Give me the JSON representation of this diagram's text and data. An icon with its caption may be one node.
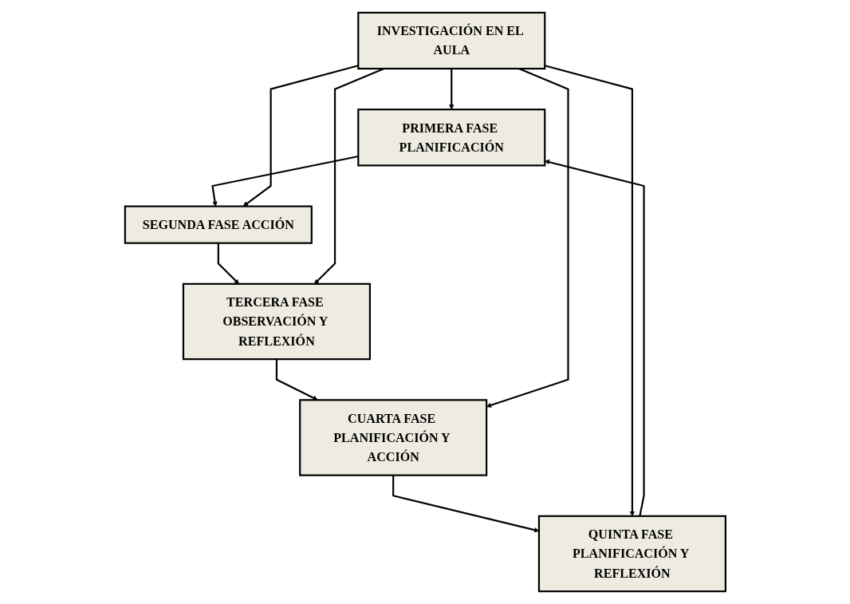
{
  "diagram": {
    "nodes": [
      {
        "text": [
          "PRIMERA FASE PLANIFICACIÓN"
        ]
      },
      {
        "text": [
          "QUINTA FASE PLANIFICACIÓN Y REFLEXIÓN"
        ]
      },
      {
        "text": [
          "SEGUNDA FASE ACCIÓN"
        ]
      },
      {
        "text": [
          "INVESTIGACIÓN EN EL AULA"
        ]
      },
      {
        "text": [
          "CUARTA FASE PLANIFICACIÓN Y ACCIÓN"
        ]
      },
      {
        "text": [
          "TERCERA FASE OBSERVACIÓN Y REFLEXIÓN"
        ]
      }
    ],
    "edges": [
      {
        "from": 0,
        "to": 2,
        "arrow": "to"
      },
      {
        "from": 2,
        "to": 5,
        "arrow": "to"
      },
      {
        "from": 5,
        "to": 4,
        "arrow": "to"
      },
      {
        "from": 4,
        "to": 1,
        "arrow": "to"
      },
      {
        "from": 1,
        "to": 0,
        "arrow": "to"
      },
      {
        "from": 3,
        "to": 0,
        "arrow": "to"
      },
      {
        "from": 3,
        "to": 1,
        "arrow": "to"
      },
      {
        "from": 3,
        "to": 2,
        "arrow": "to"
      },
      {
        "from": 3,
        "to": 4,
        "arrow": "to"
      },
      {
        "from": 3,
        "to": 5,
        "arrow": "to"
      }
    ]
  }
}
